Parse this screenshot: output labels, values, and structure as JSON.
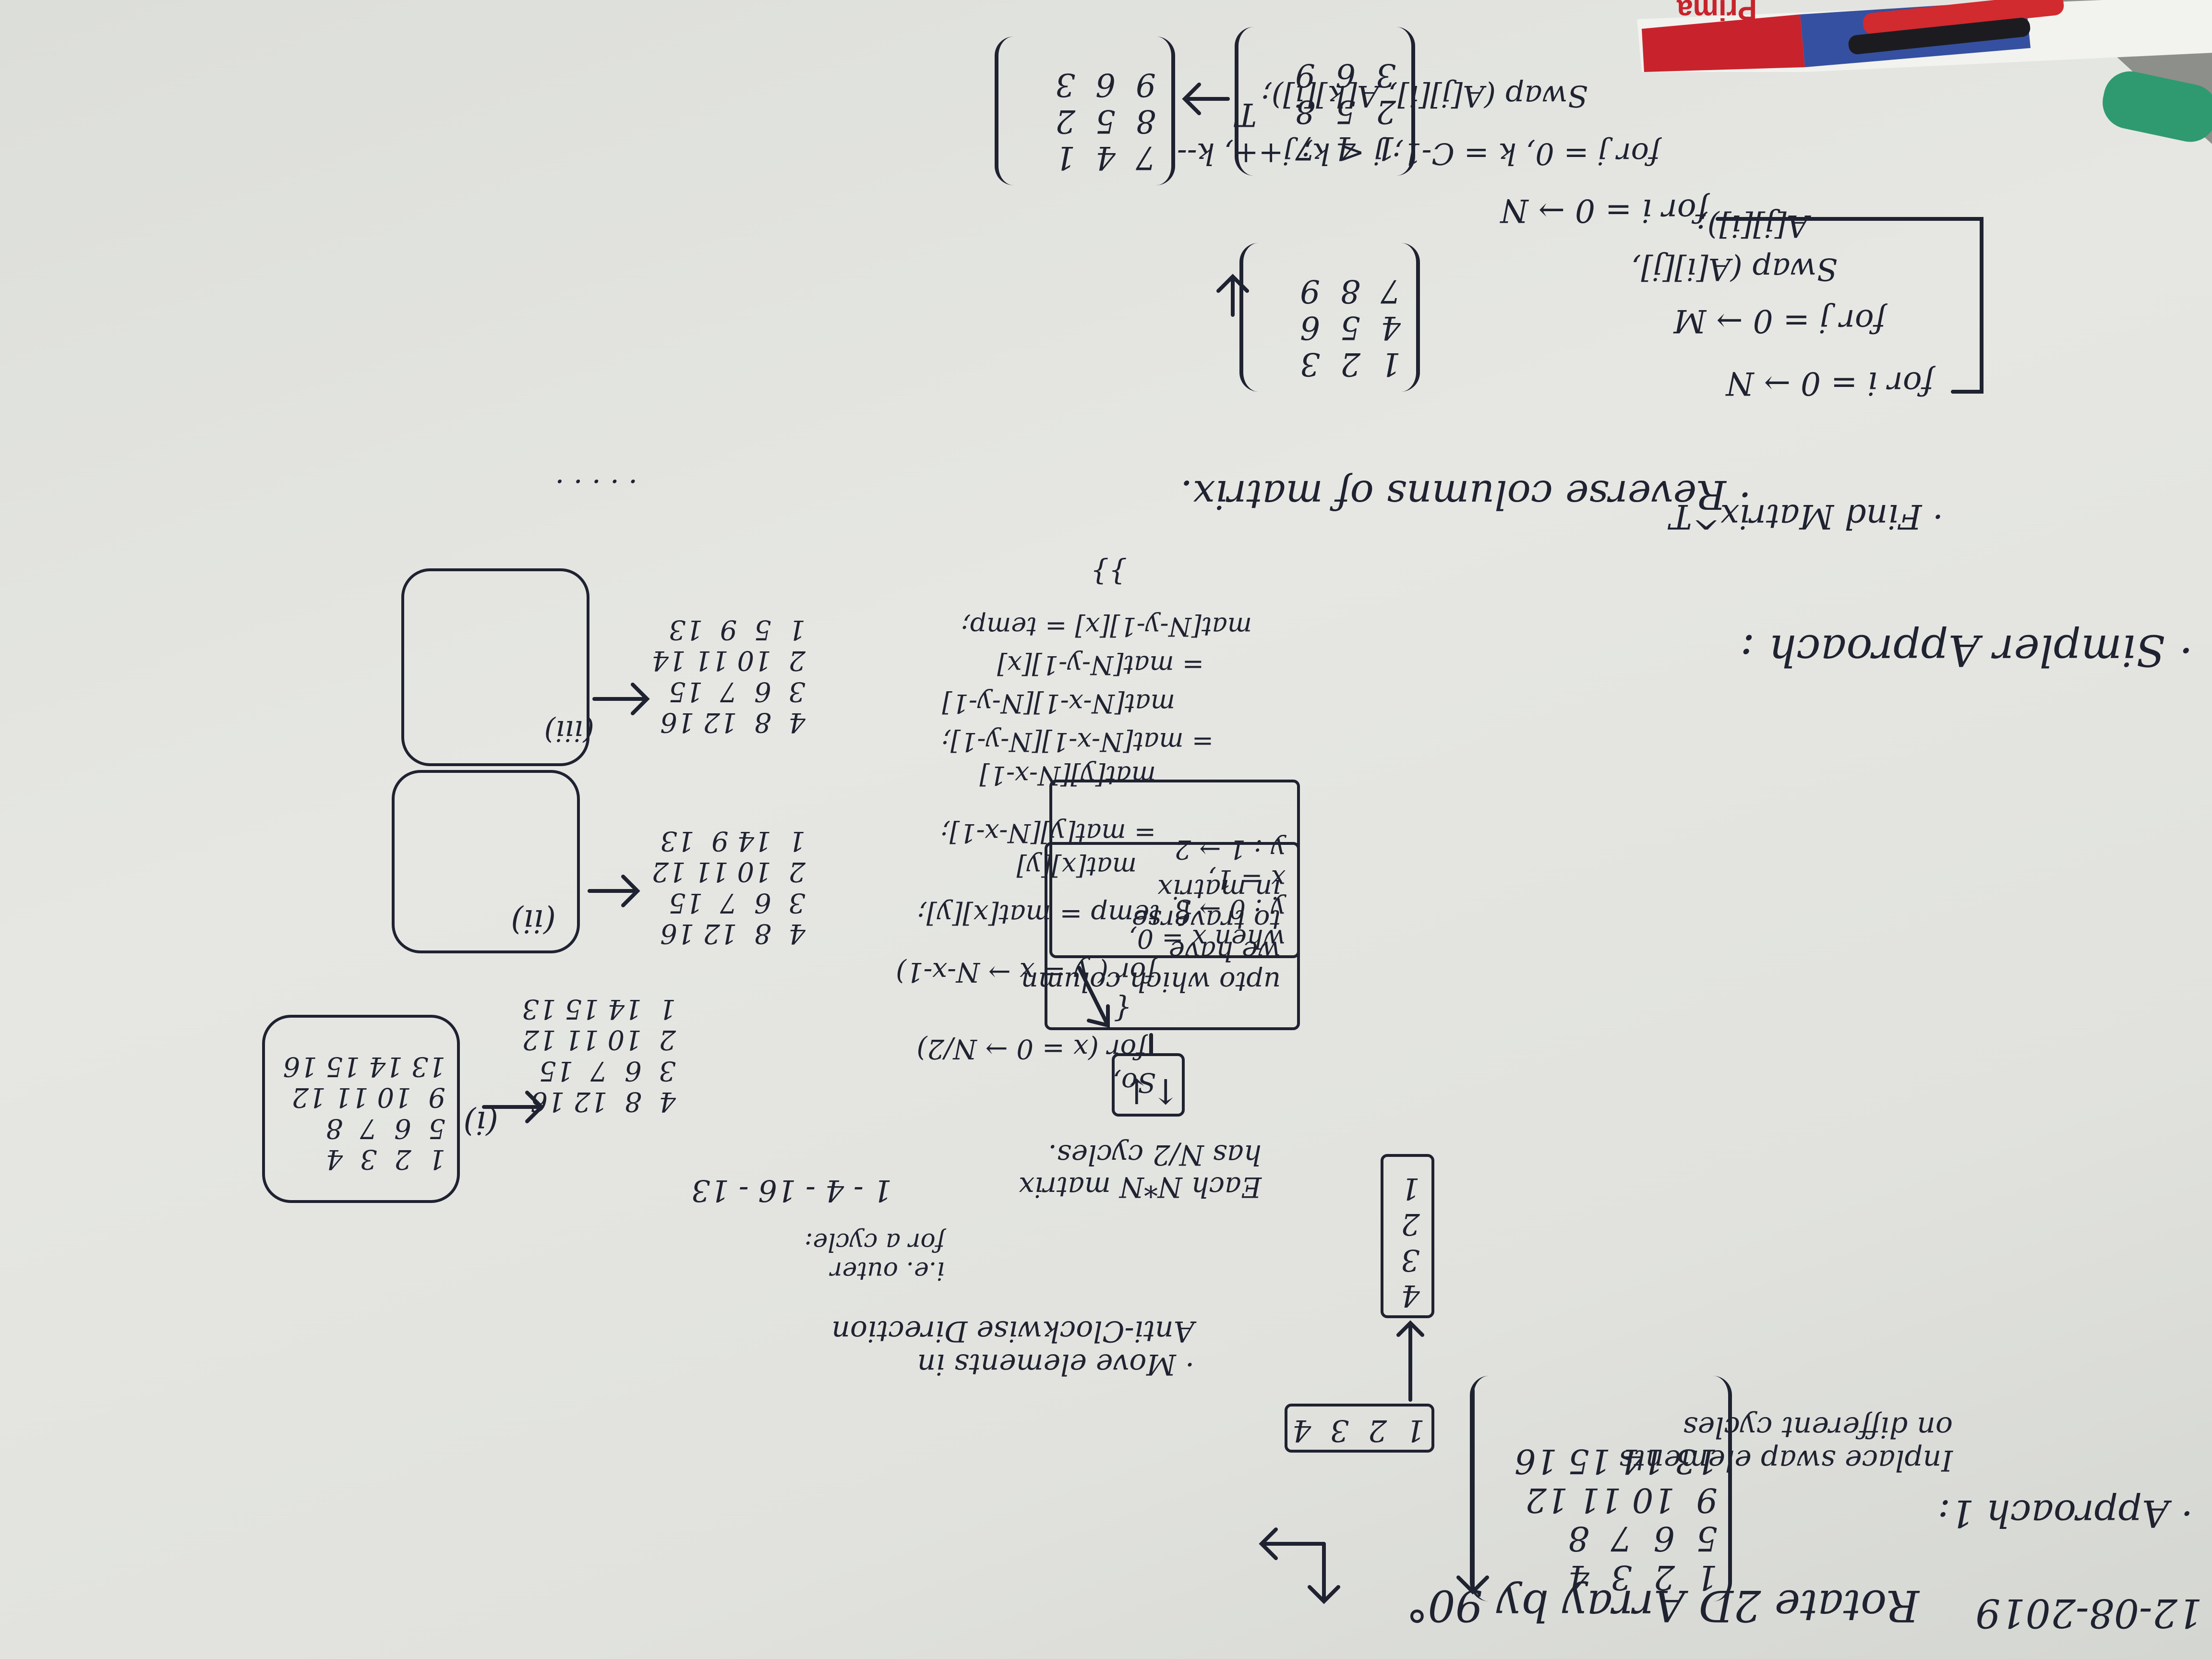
{
  "date": "12-08-2019",
  "title": "Rotate 2D Array by 90°",
  "approach1": {
    "label": "· Approach 1:",
    "desc": "Inplace swap elements\non different cycles",
    "matrix": "1  2  3  4\n5  6  7  8\n9  10 11 12\n13 14 15 16",
    "row_box": "1  2  3  4",
    "col_box": "4\n3\n2\n1",
    "move_note": "· Move elements in\nAnti-Clockwise Direction",
    "outer": "i.e. outer\nfor a cycle:",
    "cycle": "1 - 4 - 16 - 13"
  },
  "cycles": {
    "c1_label": "(i)",
    "c1_matrix": "1  2  3  4\n5  6  7  8\n9  10 11 12\n13 14 15 16",
    "c1_result": "4  8  12 16\n3  6  7  15\n2  10 11 12\n1  14 15 13",
    "c2_label": "(ii)",
    "c2_result": "4  8  12 16\n3  6  7  15\n2  10 11 12\n1  14 9  13",
    "c3_label": "(iii)",
    "c3_result": "4  8  12 16\n3  6  7  15\n2  10 11 14\n1  5  9  13",
    "dots": "· · · · ·"
  },
  "algo": {
    "intro": "Each N*N matrix\nhas N/2 cycles.",
    "so": "So,",
    "loop1": "for (x = 0 → N/2)",
    "brace1": "{",
    "loop2": "for ( y = x → N-x-1)",
    "brace2": "{  temp = mat[x][y];",
    "l1": "mat[x][y]",
    "l2": "= mat[y][N-x-1];",
    "l3": "mat[y][N-x-1]",
    "l4": "= mat[N-x-1][N-y-1];",
    "l5": "mat[N-x-1][N-y-1]",
    "l6": "= mat[N-y-1][x]",
    "l7": "mat[N-y-1][x] = temp;",
    "close": "}}",
    "when": "when x = 0,\ny : 0 → 3\nx = 1,\ny : 1 → 2",
    "upto": "upto which column\nwe have\nto traverse\nin matrix",
    "arrows_box": "↑↓"
  },
  "simpler": {
    "title": "· Simpler Approach :",
    "find": "· Find Matrix^T",
    "reverse": "· Reverse columns of matrix.",
    "l1": "for i = 0 → N",
    "l2": "for j = 0 → M",
    "l3": "Swap (A[i][j],",
    "l4": "A[j][i]);",
    "l5": "for i = 0 → N",
    "l6": "for j = 0, k = C-1; j < k; j++, k--",
    "l7": "Swap (A[j][i], A[k][i]);",
    "m1": "1  2  3\n4  5  6\n7  8  9",
    "m2": "1  4  7\n2  5  8\n3  6  9",
    "m3": "7  4  1\n8  5  2\n9  6  3",
    "T": "T"
  },
  "marker_label": "Prima",
  "colors": {
    "board": "#e3e4e0",
    "ink": "#1f2230",
    "marker_red": "#c8232c",
    "marker_blue": "#3550a0",
    "rail": "#2c8f6a"
  }
}
